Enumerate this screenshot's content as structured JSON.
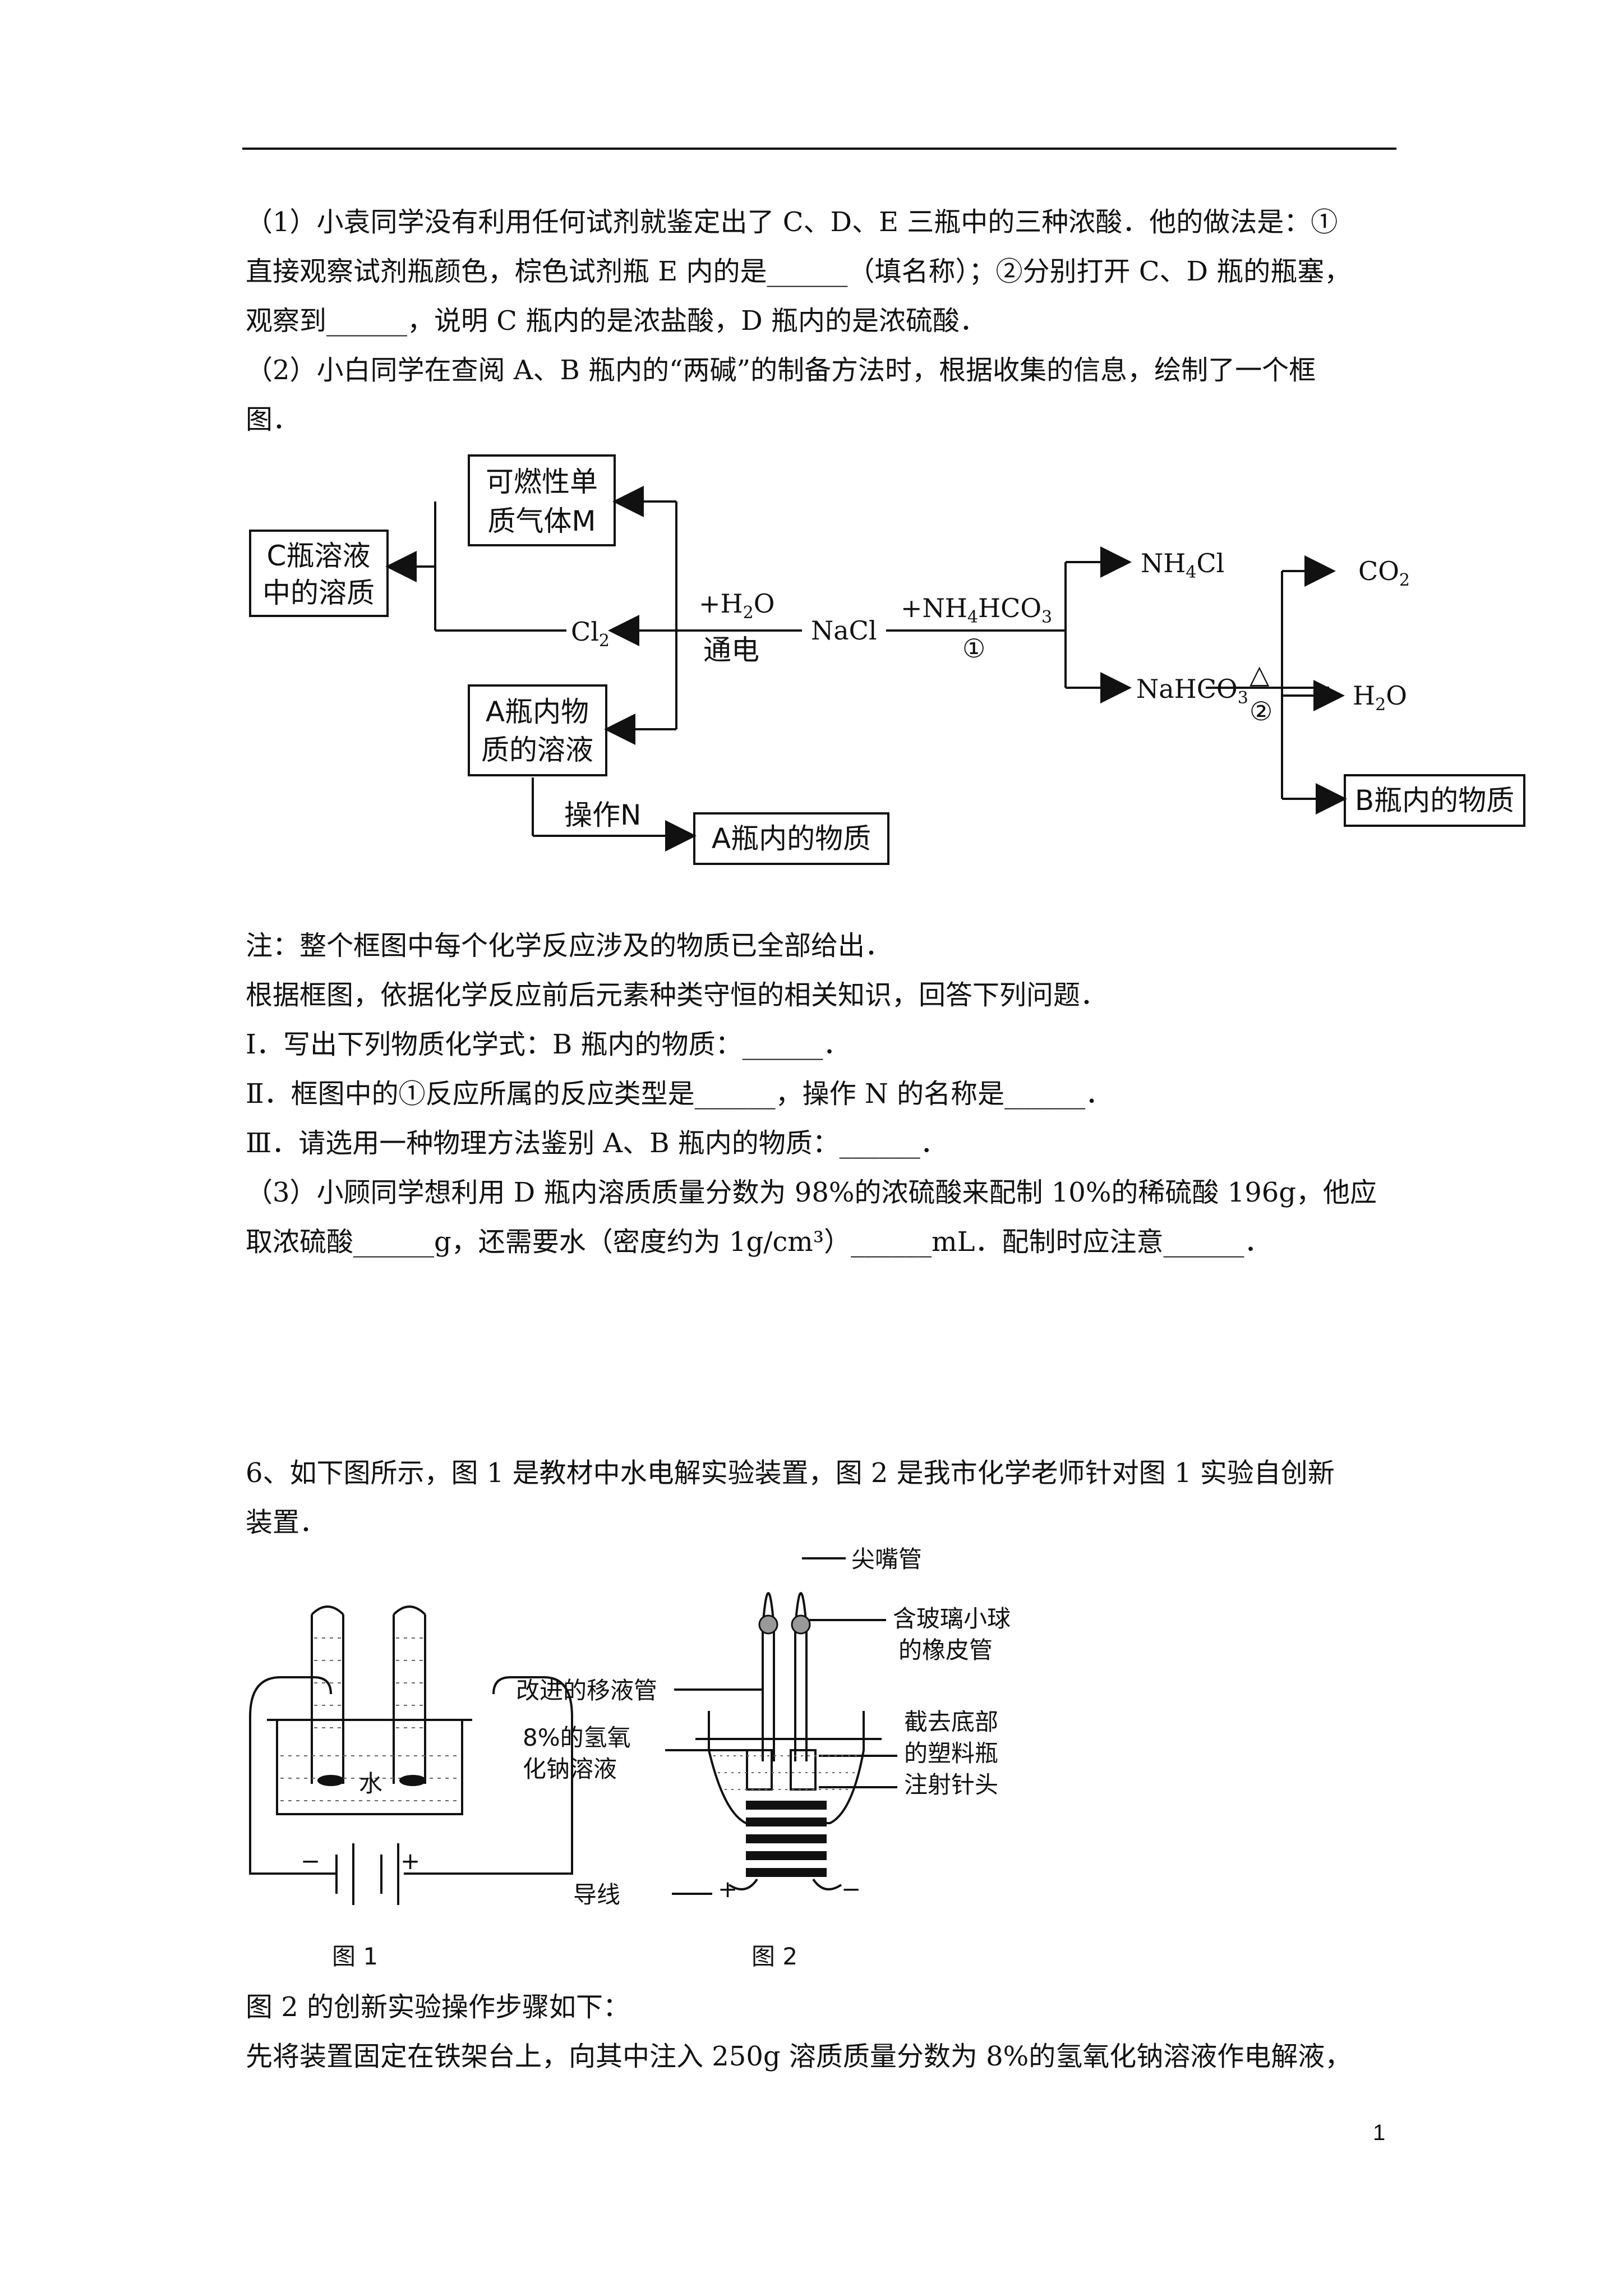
{
  "q1": {
    "line1": "（1）小袁同学没有利用任何试剂就鉴定出了 C、D、E 三瓶中的三种浓酸．他的做法是：①",
    "line2": "直接观察试剂瓶颜色，棕色试剂瓶 E 内的是______（填名称）；②分别打开 C、D 瓶的瓶塞，",
    "line3": "观察到______，说明 C 瓶内的是浓盐酸，D 瓶内的是浓硫酸．"
  },
  "q2": {
    "line1": "（2）小白同学在查阅 A、B 瓶内的“两碱”的制备方法时，根据收集的信息，绘制了一个框",
    "line2": "图．"
  },
  "flow": {
    "box_m_1": "可燃性单",
    "box_m_2": "质气体M",
    "box_c_1": "C瓶溶液",
    "box_c_2": "中的溶质",
    "box_a_1": "A瓶内物",
    "box_a_2": "质的溶液",
    "box_a_final": "A瓶内的物质",
    "box_b": "B瓶内的物质",
    "cl2": "Cl",
    "cl2_sub": "2",
    "h2o_top": "+H",
    "h2o_top_sub": "2",
    "h2o_top_o": "O",
    "tongdian": "通电",
    "nacl": "NaCl",
    "nh4hco3_a": "+NH",
    "nh4hco3_sub1": "4",
    "nh4hco3_b": "HCO",
    "nh4hco3_sub2": "3",
    "circle1": "①",
    "nh4cl_a": "NH",
    "nh4cl_sub": "4",
    "nh4cl_b": "Cl",
    "nahco3_a": "NaHCO",
    "nahco3_sub": "3",
    "delta": "△",
    "circle2": "②",
    "co2_a": "CO",
    "co2_sub": "2",
    "h2o_a": "H",
    "h2o_sub": "2",
    "h2o_b": "O",
    "op_n": "操作N"
  },
  "notes": {
    "note": "注：整个框图中每个化学反应涉及的物质已全部给出．",
    "basis": "根据框图，依据化学反应前后元素种类守恒的相关知识，回答下列问题．",
    "i": "Ⅰ．写出下列物质化学式：B 瓶内的物质：______．",
    "ii": "Ⅱ．框图中的①反应所属的反应类型是______，操作 N 的名称是______．",
    "iii": "Ⅲ．请选用一种物理方法鉴别 A、B 瓶内的物质：______．"
  },
  "q3": {
    "line1": "（3）小顾同学想利用 D 瓶内溶质质量分数为 98%的浓硫酸来配制 10%的稀硫酸 196g，他应",
    "line2": "取浓硫酸______g，还需要水（密度约为 1g/cm³）______mL．配制时应注意______．"
  },
  "q6": {
    "line1": "6、如下图所示，图 1 是教材中水电解实验装置，图 2 是我市化学老师针对图 1 实验自创新",
    "line2": "装置．"
  },
  "fig": {
    "water": "水",
    "minus": "−",
    "plus": "+",
    "fig1": "图 1",
    "fig2": "图 2",
    "jianzui": "尖嘴管",
    "xiangpi_1": "含玻璃小球",
    "xiangpi_2": "的橡皮管",
    "yiye": "改进的移液管",
    "naoh_1": "8%的氢氧",
    "naoh_2": "化钠溶液",
    "suliao_1": "截去底部",
    "suliao_2": "的塑料瓶",
    "zhentou": "注射针头",
    "daoxian": "导线",
    "w_plus": "+",
    "w_minus": "−"
  },
  "tail": {
    "line1": "图 2 的创新实验操作步骤如下：",
    "line2": "先将装置固定在铁架台上，向其中注入 250g 溶质质量分数为 8%的氢氧化钠溶液作电解液，"
  },
  "page_number": "1"
}
